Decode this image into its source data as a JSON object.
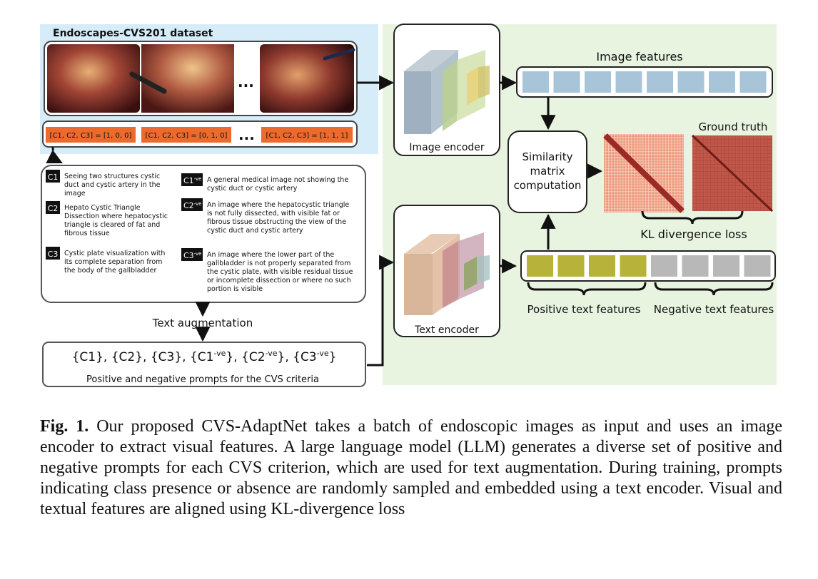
{
  "dataset": {
    "title": "Endoscapes-CVS201 dataset",
    "ellipsis": "...",
    "labels": [
      "[C1, C2, C3] = [1, 0, 0]",
      "[C1, C2, C3] = [0, 1, 0]",
      "[C1, C2, C3] = [1, 1, 1]"
    ]
  },
  "criteria": {
    "positive": [
      {
        "tag": "C1",
        "lines": [
          "Seeing two structures cystic",
          "duct and cystic artery in the",
          "image"
        ]
      },
      {
        "tag": "C2",
        "lines": [
          "Hepato Cystic Triangle",
          "Dissection where hepatocystic",
          "triangle is cleared of fat and",
          "fibrous tissue"
        ]
      },
      {
        "tag": "C3",
        "lines": [
          "Cystic plate visualization with",
          "its complete separation from",
          "the body of the gallbladder"
        ]
      }
    ],
    "negative": [
      {
        "tag": "C1",
        "sup": "-ve",
        "lines": [
          "A general medical image not showing the",
          "cystic duct or cystic artery"
        ]
      },
      {
        "tag": "C2",
        "sup": "-ve",
        "lines": [
          "An image where the hepatocystic triangle",
          "is not fully dissected, with visible fat or",
          "fibrous tissue obstructing the view of the",
          "cystic duct and cystic artery"
        ]
      },
      {
        "tag": "C3",
        "sup": "-ve",
        "lines": [
          "An image where the lower part of the",
          "gallbladder is not properly separated from",
          "the cystic plate, with visible residual tissue",
          "or incomplete dissection or where no such",
          "portion is visible"
        ]
      }
    ]
  },
  "text_augmentation": "Text augmentation",
  "prompts": {
    "formula": "{C1}, {C2}, {C3}, {C1-ve}, {C2-ve}, {C3-ve}",
    "subtitle": "Positive and negative prompts for the CVS criteria"
  },
  "image_encoder": "Image encoder",
  "text_encoder": "Text encoder",
  "image_features": "Image features",
  "similarity": [
    "Similarity",
    "matrix",
    "computation"
  ],
  "ground_truth": "Ground truth",
  "kl_loss": "KL divergence loss",
  "positive_text_features": "Positive text features",
  "negative_text_features": "Negative text features",
  "caption": {
    "label": "Fig. 1.",
    "text": "Our proposed CVS-AdaptNet takes a batch of endoscopic images as input and uses an image encoder to extract visual features. A large language model (LLM) generates a diverse set of positive and negative prompts for each CVS criterion, which are used for text augmentation. During training, prompts indicating class presence or absence are randomly sampled and embedded using a text encoder. Visual and textual features are aligned using KL-divergence loss"
  },
  "colors": {
    "dataset_bg": "#d6ecf8",
    "right_panel_bg": "#e8f4e0",
    "label_orange": "#ec6a2c",
    "image_feature": "#a8c4d8",
    "positive_feature": "#b6b23a",
    "negative_feature": "#b8b8b8"
  }
}
